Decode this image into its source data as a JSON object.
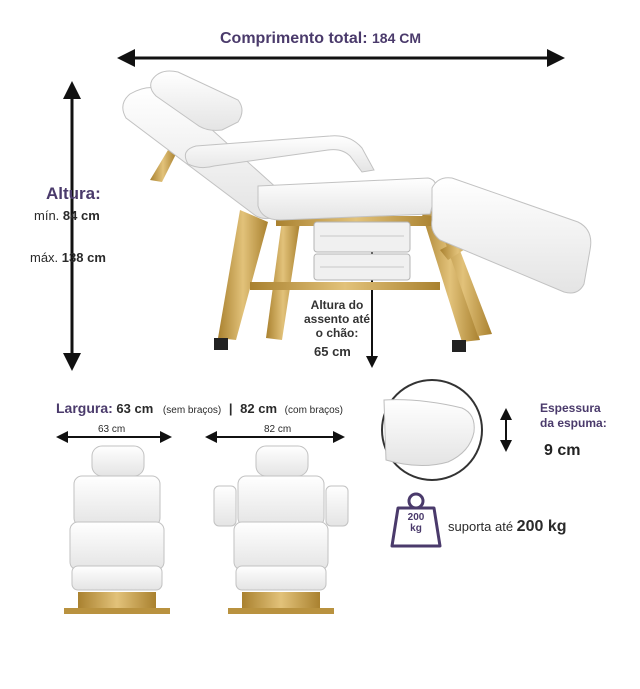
{
  "length": {
    "label": "Comprimento total:",
    "value": "184 CM"
  },
  "height": {
    "title": "Altura:",
    "min_label": "mín.",
    "min_value": "84 cm",
    "max_label": "máx.",
    "max_value": "138 cm"
  },
  "seat": {
    "line1": "Altura do",
    "line2": "assento até",
    "line3": "o chão:",
    "value": "65 cm"
  },
  "width": {
    "label": "Largura:",
    "value1": "63 cm",
    "note1": "(sem braços)",
    "separator": "|",
    "value2": "82 cm",
    "note2": "(com braços)",
    "dim1": "63 cm",
    "dim2": "82 cm"
  },
  "foam": {
    "line1": "Espessura",
    "line2": "da espuma:",
    "value": "9 cm"
  },
  "weight": {
    "badge_top": "200",
    "badge_bottom": "kg",
    "label": "suporta até",
    "value": "200 kg"
  },
  "colors": {
    "accent": "#4a3a6b",
    "gold": "#c9a24a",
    "upholstery": "#f4f4f4"
  }
}
